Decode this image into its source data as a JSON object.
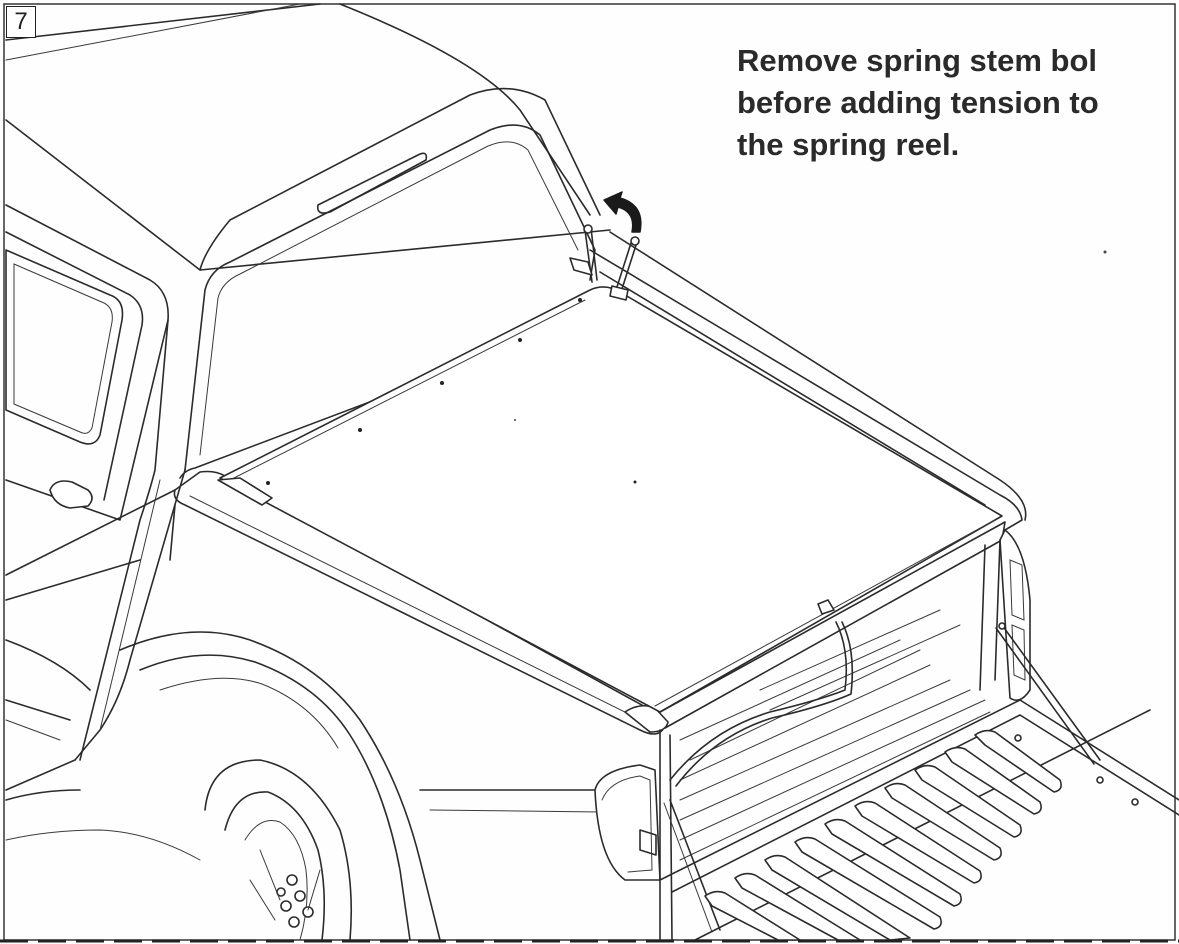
{
  "step": {
    "number": "7"
  },
  "instruction": {
    "lines": [
      "Remove spring stem bol",
      "before adding tension to",
      "the spring reel."
    ]
  },
  "icons": {
    "rotation_arrow": "curved-arrow-icon",
    "spring_stem_bolt": "bolt-icon"
  }
}
